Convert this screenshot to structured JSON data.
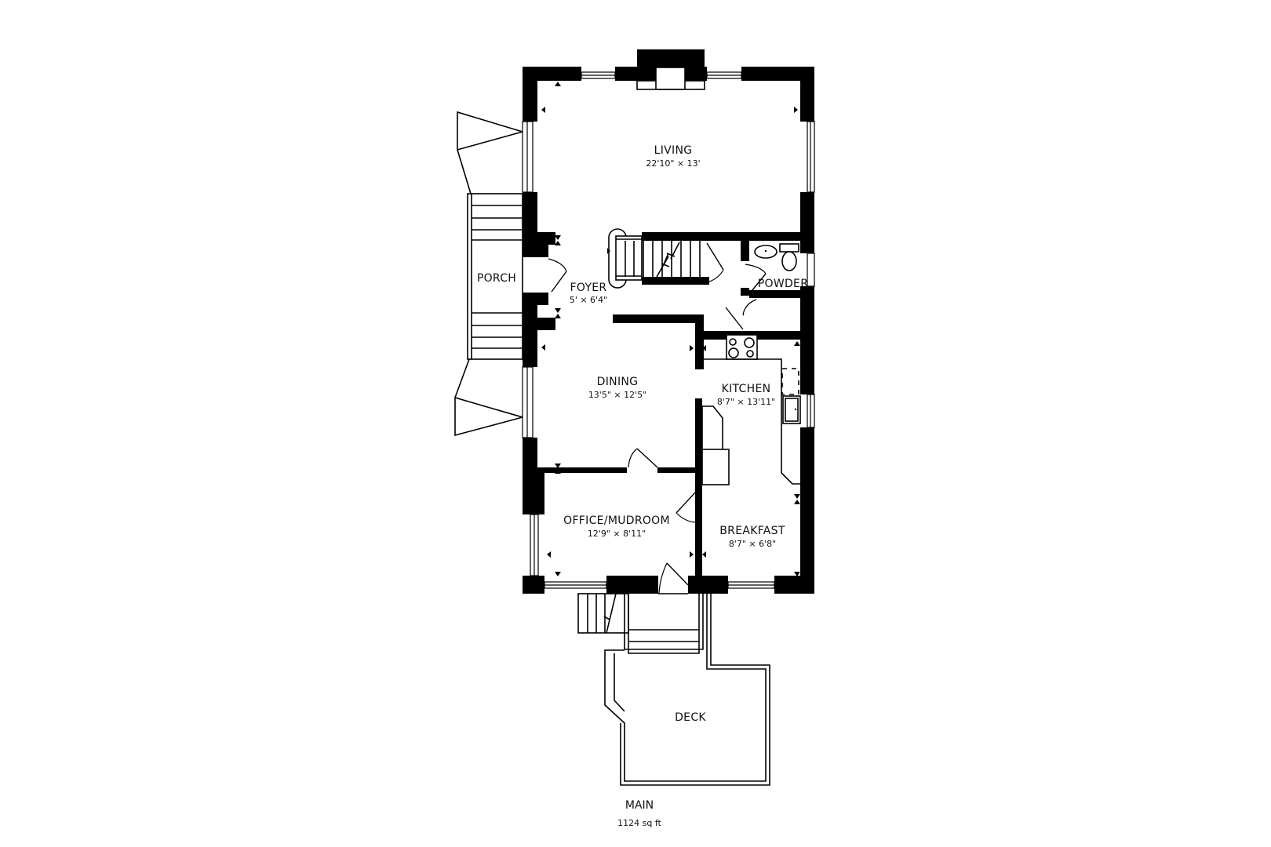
{
  "floor": {
    "name": "MAIN",
    "area": "1124 sq ft"
  },
  "rooms": [
    {
      "name": "LIVING",
      "dims": "22'10\" × 13'"
    },
    {
      "name": "FOYER",
      "dims": "5' × 6'4\""
    },
    {
      "name": "PORCH",
      "dims": ""
    },
    {
      "name": "POWDER",
      "dims": ""
    },
    {
      "name": "DINING",
      "dims": "13'5\" × 12'5\""
    },
    {
      "name": "KITCHEN",
      "dims": "8'7\" × 13'11\""
    },
    {
      "name": "OFFICE/MUDROOM",
      "dims": "12'9\" × 8'11\""
    },
    {
      "name": "BREAKFAST",
      "dims": "8'7\" × 6'8\""
    },
    {
      "name": "DECK",
      "dims": ""
    }
  ],
  "fixtures": [
    "fireplace",
    "staircase",
    "stove",
    "sink",
    "toilet",
    "vanity-sink",
    "kitchen-island"
  ],
  "colors": {
    "wall": "#000000",
    "background": "#ffffff"
  }
}
